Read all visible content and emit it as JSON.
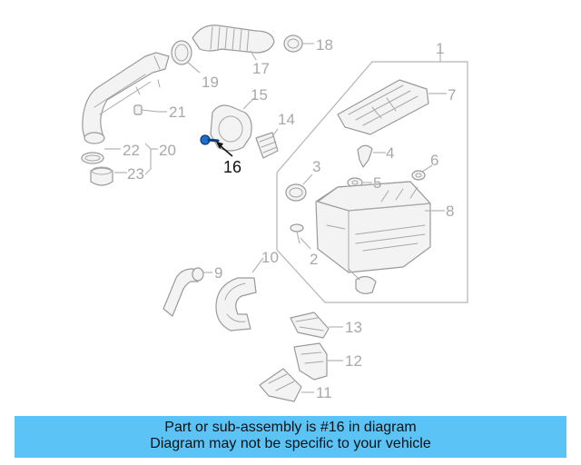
{
  "callouts": {
    "c1": "1",
    "c2": "2",
    "c3": "3",
    "c4": "4",
    "c5": "5",
    "c6": "6",
    "c7": "7",
    "c8": "8",
    "c9": "9",
    "c10": "10",
    "c11": "11",
    "c12": "12",
    "c13": "13",
    "c14": "14",
    "c15": "15",
    "c16": "16",
    "c17": "17",
    "c18": "18",
    "c19": "19",
    "c20": "20",
    "c21": "21",
    "c22": "22",
    "c23": "23"
  },
  "highlighted_part": "16",
  "banner": {
    "line1": "Part or sub-assembly is #16 in diagram",
    "line2": "Diagram may not be specific to your vehicle"
  },
  "colors": {
    "banner_background": "#5bc3f5",
    "highlight_part": "#1f6fd0",
    "line_art": "#9a9a9a"
  }
}
